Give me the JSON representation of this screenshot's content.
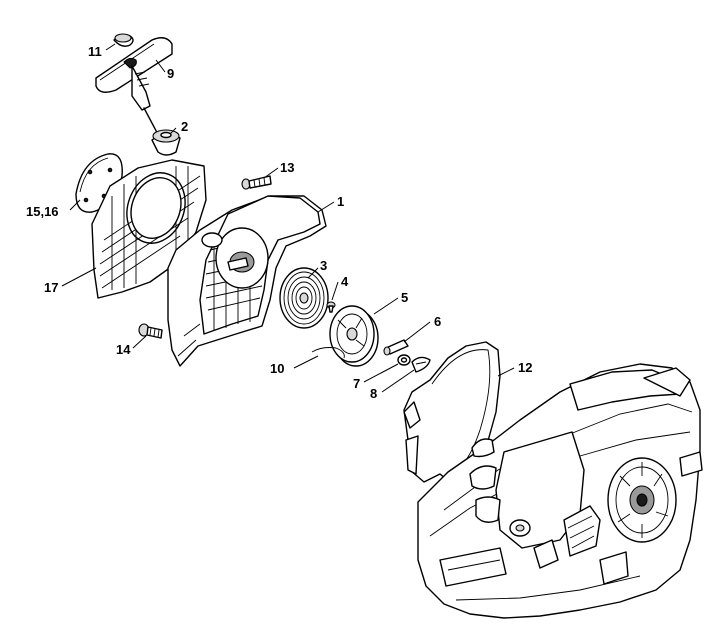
{
  "labels": {
    "p1": "1",
    "p2": "2",
    "p3": "3",
    "p4": "4",
    "p5": "5",
    "p6": "6",
    "p7": "7",
    "p8": "8",
    "p9": "9",
    "p10": "10",
    "p11": "11",
    "p12": "12",
    "p13": "13",
    "p14": "14",
    "p15_16": "15,16",
    "p17": "17"
  }
}
